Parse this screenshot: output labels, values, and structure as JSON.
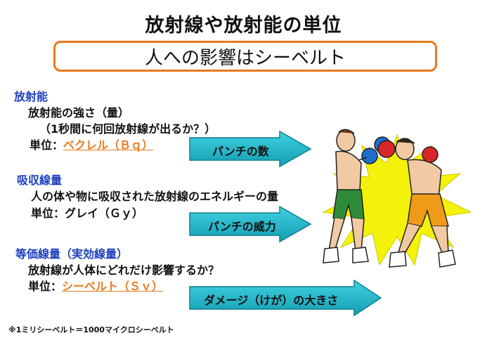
{
  "title": "放射線や放射能の単位",
  "subtitle": "人への影響はシーベルト",
  "sections": [
    {
      "heading": "放射能",
      "line1": "放射能の強さ（量）",
      "line2": "（1秒間に何回放射線が出るか？）",
      "unit_prefix": "単位：",
      "unit_value": "ベクレル（Ｂｑ）",
      "arrow_label": "パンチの数"
    },
    {
      "heading": "吸収線量",
      "line1": "人の体や物に吸収された放射線のエネルギーの量",
      "unit_prefix": "単位：",
      "unit_value": "グレイ（Ｇｙ）",
      "arrow_label": "パンチの威力"
    },
    {
      "heading": "等価線量（実効線量）",
      "line1": "放射線が人体にどれだけ影響するか？",
      "unit_prefix": "単位：",
      "unit_value": "シーベルト（Ｓｖ）",
      "arrow_label": "ダメージ（けが）の大きさ"
    }
  ],
  "footnote": "※1ミリシーベルト＝1000マイクロシーベルト",
  "colors": {
    "accent_orange": "#e87a1e",
    "heading_blue": "#1f3fbf",
    "arrow_fill": "#19b5c9",
    "burst_yellow": "#f4f20a"
  },
  "illustration": "boxing-punch-illustration"
}
